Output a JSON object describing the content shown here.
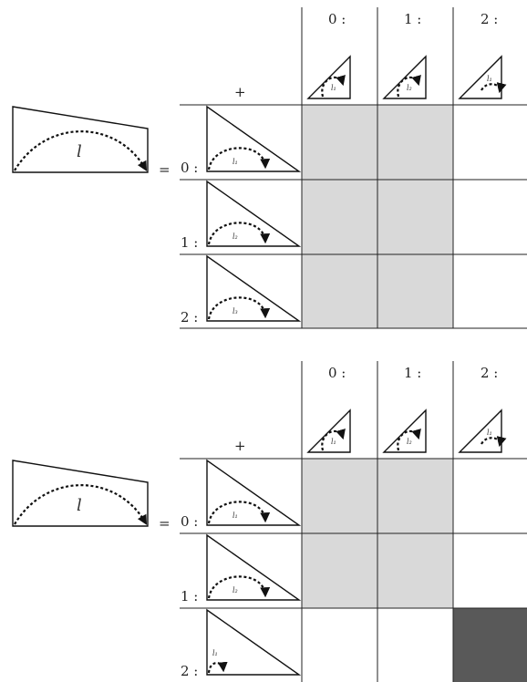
{
  "panels": [
    {
      "operators": {
        "plus": "+",
        "equals": "="
      },
      "column_labels": [
        "0 :",
        "1 :",
        "2 :"
      ],
      "row_labels": [
        "0 :",
        "1 :",
        "2 :"
      ],
      "column_arc_labels": [
        "l₁",
        "l₂",
        "l₁"
      ],
      "row_arc_labels": [
        "l₁",
        "l₂",
        "l₃"
      ],
      "result_label": "l",
      "cells": [
        [
          "light",
          "light",
          "empty"
        ],
        [
          "light",
          "light",
          "empty"
        ],
        [
          "light",
          "light",
          "empty"
        ]
      ]
    },
    {
      "operators": {
        "plus": "+",
        "equals": "="
      },
      "column_labels": [
        "0 :",
        "1 :",
        "2 :"
      ],
      "row_labels": [
        "0 :",
        "1 :",
        "2 :"
      ],
      "column_arc_labels": [
        "l₁",
        "l₂",
        "l₁"
      ],
      "row_arc_labels": [
        "l₁",
        "l₂",
        "l₁"
      ],
      "result_label": "l",
      "cells": [
        [
          "light",
          "light",
          "empty"
        ],
        [
          "light",
          "light",
          "empty"
        ],
        [
          "empty",
          "empty",
          "dark"
        ]
      ]
    }
  ],
  "colors": {
    "light": "#d9d9d9",
    "dark": "#595959",
    "empty": "#ffffff",
    "lines": "#222222"
  }
}
